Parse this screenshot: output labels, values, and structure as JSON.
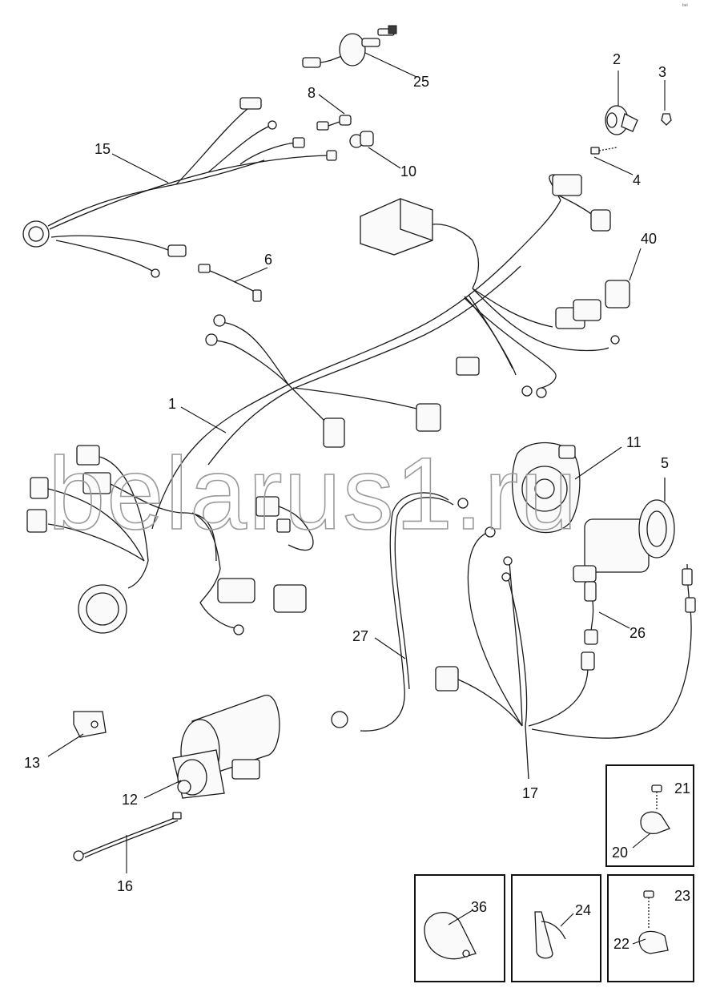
{
  "watermark": "belarus1.ru",
  "corner_mark": "bel",
  "callouts": {
    "c1": "1",
    "c2": "2",
    "c3": "3",
    "c4": "4",
    "c5": "5",
    "c6": "6",
    "c8": "8",
    "c10": "10",
    "c11": "11",
    "c12": "12",
    "c13": "13",
    "c15": "15",
    "c16": "16",
    "c17": "17",
    "c20": "20",
    "c21": "21",
    "c22": "22",
    "c23": "23",
    "c24": "24",
    "c25": "25",
    "c26": "26",
    "c27": "27",
    "c36": "36",
    "c40": "40"
  },
  "colors": {
    "line": "#1a1a1a",
    "watermark": "#9a9a9a",
    "background": "#ffffff"
  }
}
